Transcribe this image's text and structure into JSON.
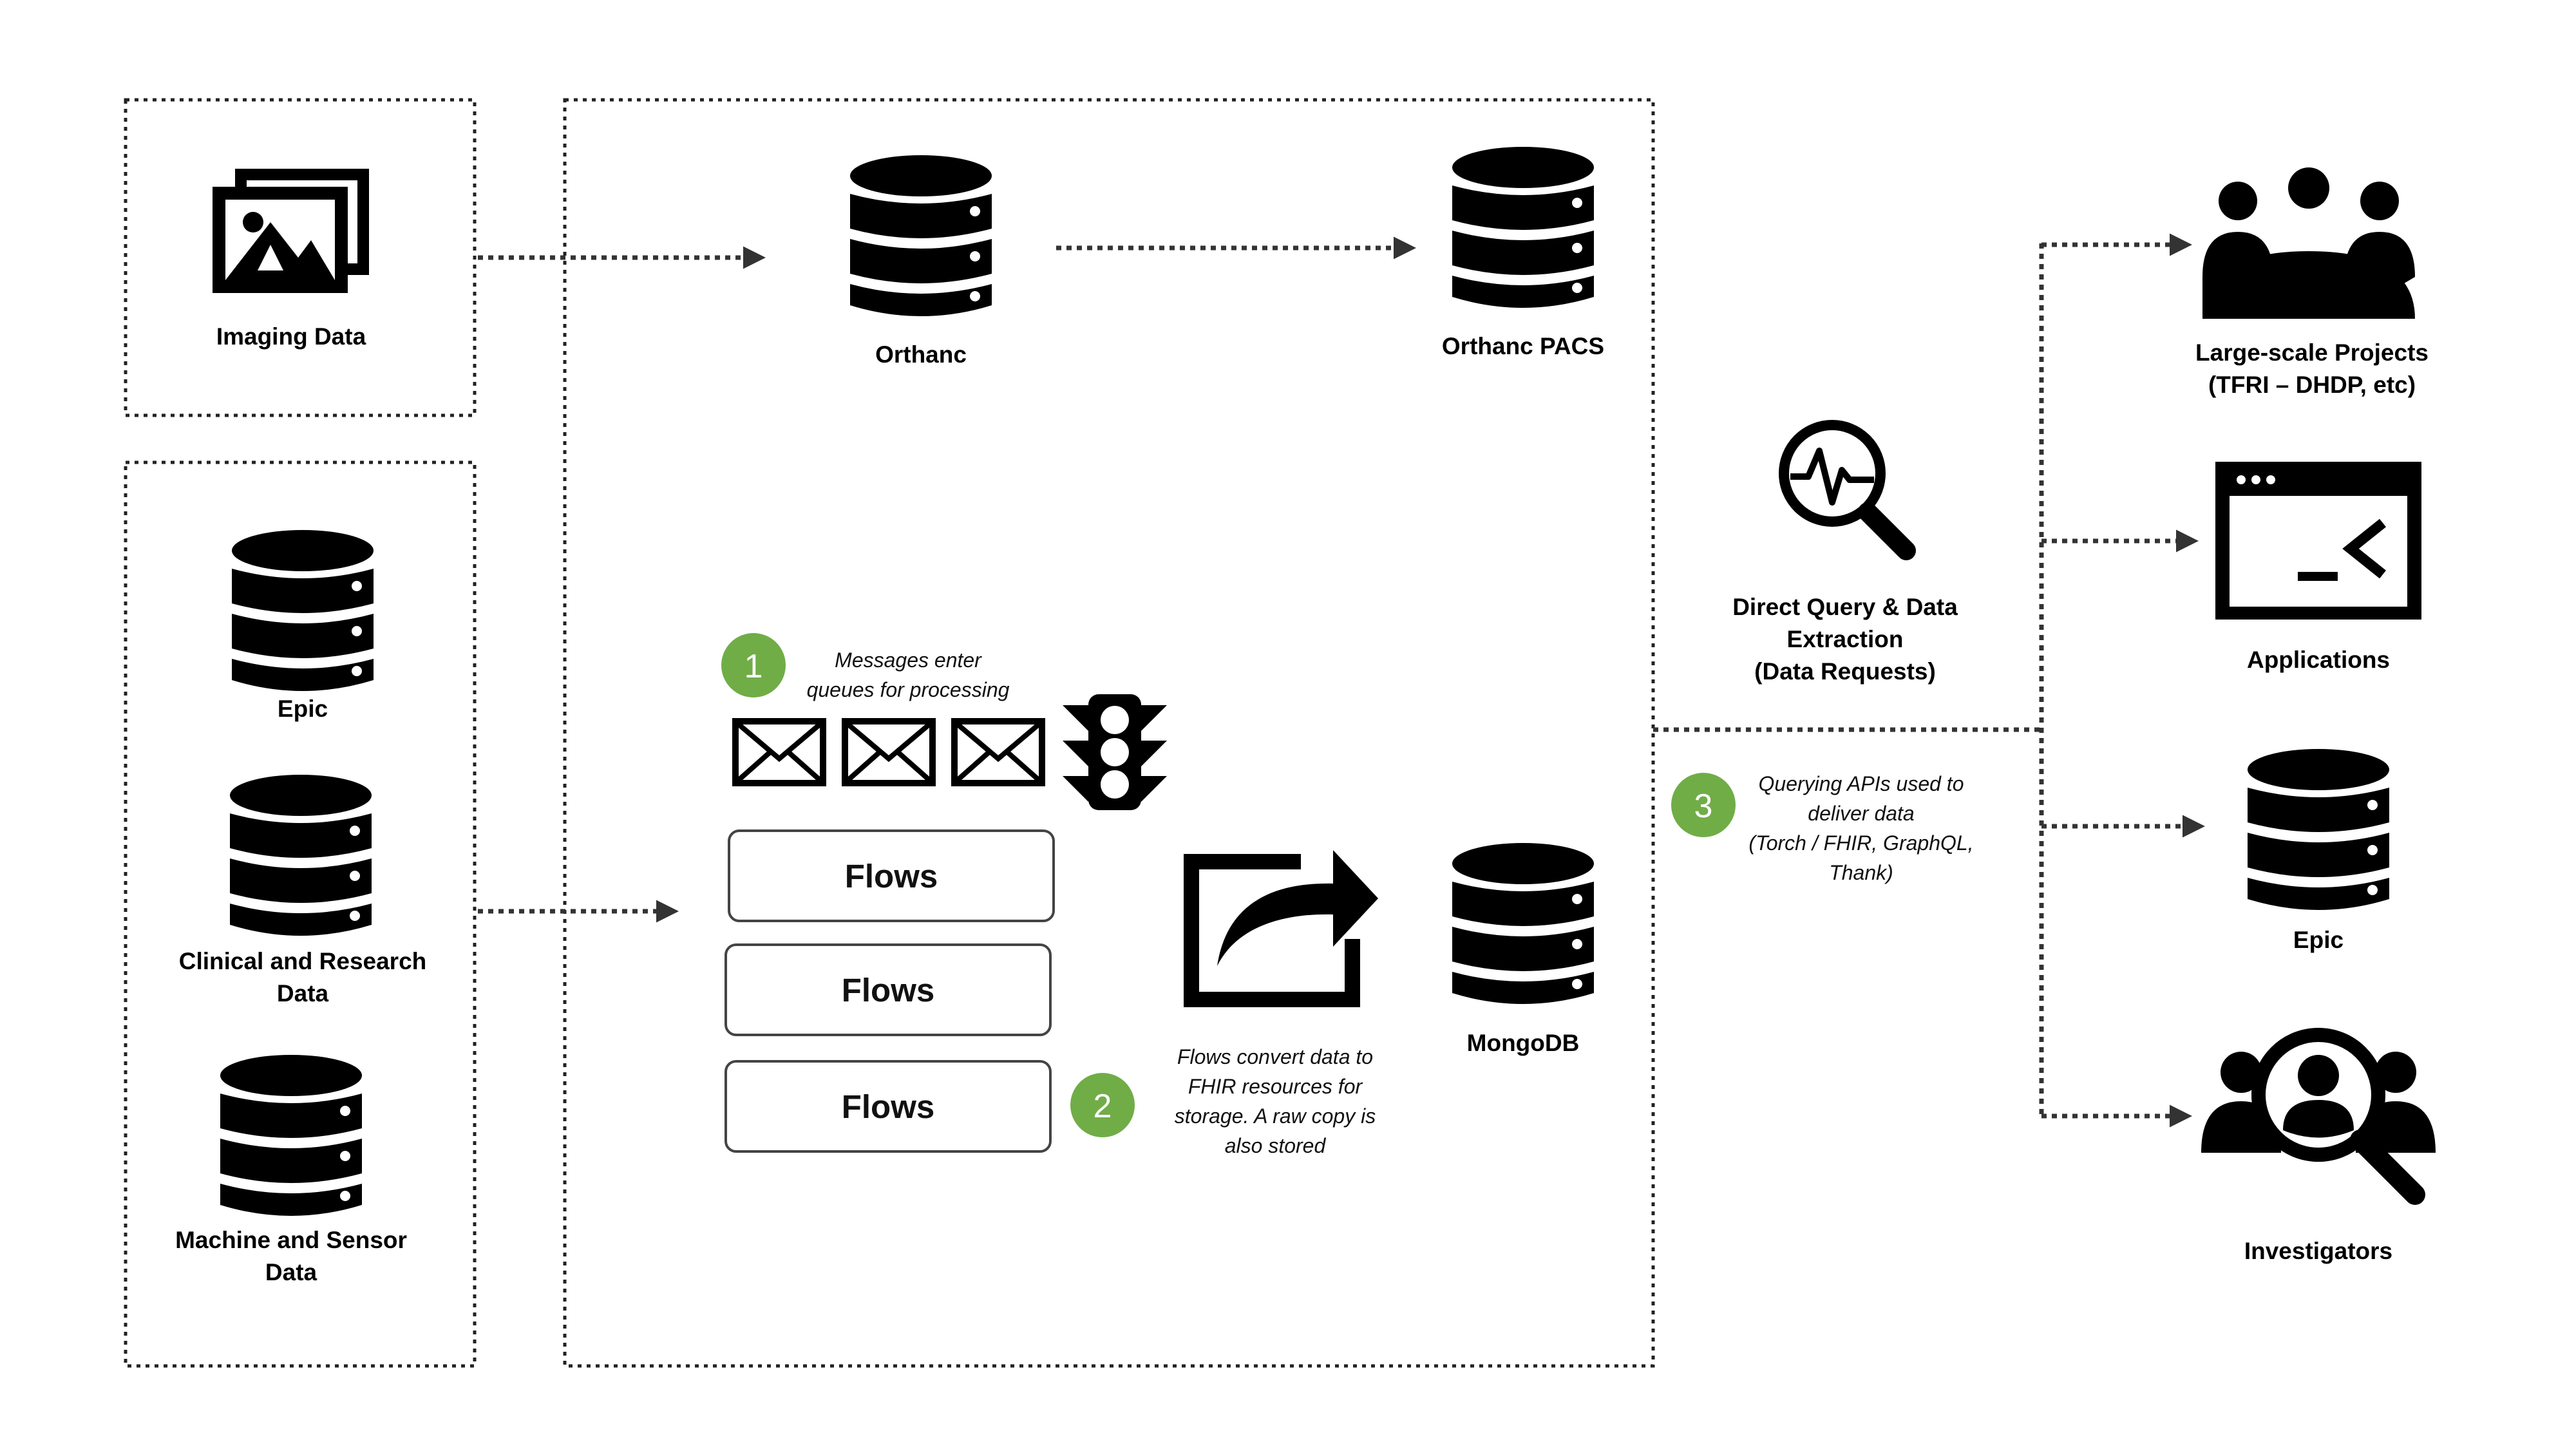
{
  "colors": {
    "step_badge": "#70ad47",
    "icon": "#000000",
    "line": "#333333"
  },
  "sources": {
    "imaging": {
      "label": "Imaging Data",
      "icon": "image-gallery-icon"
    },
    "epic": {
      "label": "Epic",
      "icon": "database-icon"
    },
    "clinical": {
      "label_line1": "Clinical and Research",
      "label_line2": "Data",
      "icon": "database-icon"
    },
    "machine": {
      "label_line1": "Machine and Sensor",
      "label_line2": "Data",
      "icon": "database-icon"
    }
  },
  "pipeline": {
    "orthanc": {
      "label": "Orthanc",
      "icon": "database-icon"
    },
    "orthanc_pacs": {
      "label": "Orthanc PACS",
      "icon": "database-icon"
    },
    "mongodb": {
      "label": "MongoDB",
      "icon": "database-icon"
    },
    "step1": {
      "number": "1",
      "note_line1": "Messages enter",
      "note_line2": "queues for processing"
    },
    "step2": {
      "number": "2",
      "note_line1": "Flows convert data to",
      "note_line2": "FHIR resources for",
      "note_line3": "storage. A raw copy is",
      "note_line4": "also stored"
    },
    "flows": [
      "Flows",
      "Flows",
      "Flows"
    ],
    "icons": [
      "envelope-icon",
      "traffic-light-icon",
      "share-export-icon"
    ]
  },
  "query": {
    "label_line1": "Direct Query & Data",
    "label_line2": "Extraction",
    "label_line3": "(Data Requests)",
    "icon": "magnifier-pulse-icon",
    "step3": {
      "number": "3",
      "note_line1": "Querying APIs used to",
      "note_line2": "deliver data",
      "note_line3": "(Torch / FHIR, GraphQL,",
      "note_line4": "Thank)"
    }
  },
  "consumers": {
    "projects": {
      "label_line1": "Large-scale Projects",
      "label_line2": "(TFRI – DHDP, etc)",
      "icon": "group-icon"
    },
    "applications": {
      "label": "Applications",
      "icon": "terminal-window-icon"
    },
    "epic": {
      "label": "Epic",
      "icon": "database-icon"
    },
    "investigators": {
      "label": "Investigators",
      "icon": "investigator-search-icon"
    }
  }
}
